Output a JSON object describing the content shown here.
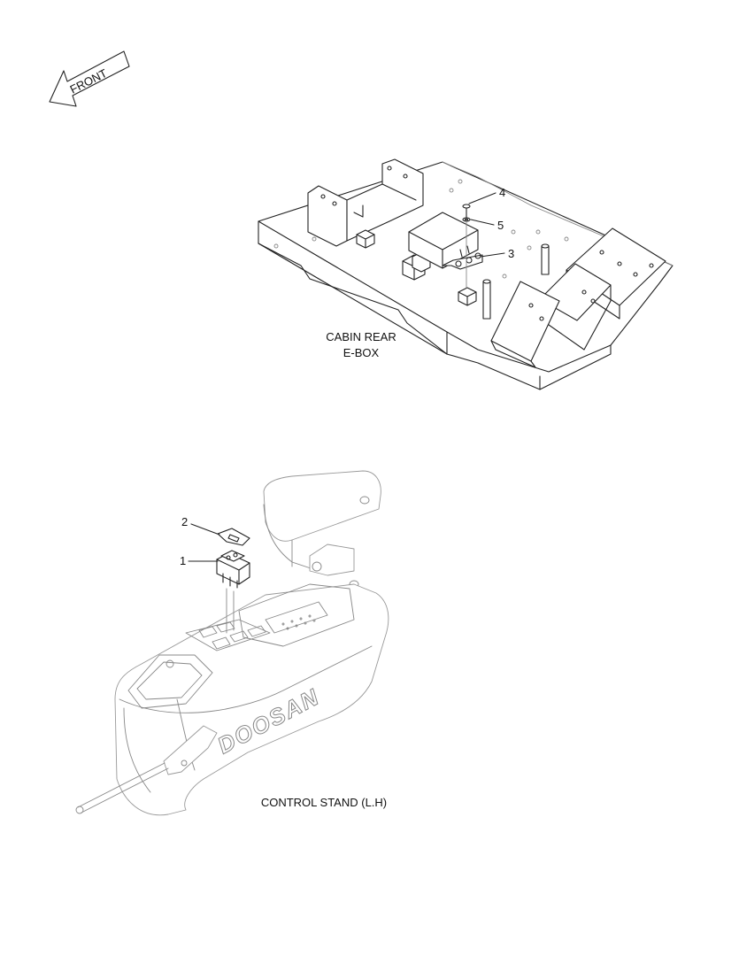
{
  "direction_arrow": {
    "label": "FRONT"
  },
  "sections": {
    "cabin_rear": {
      "line1": "CABIN REAR",
      "line2": "E-BOX"
    },
    "control_stand": {
      "label": "CONTROL STAND (L.H)"
    }
  },
  "callouts": {
    "c1": "1",
    "c2": "2",
    "c3": "3",
    "c4": "4",
    "c5": "5"
  },
  "branding": {
    "console_logo": "DOOSAN"
  }
}
